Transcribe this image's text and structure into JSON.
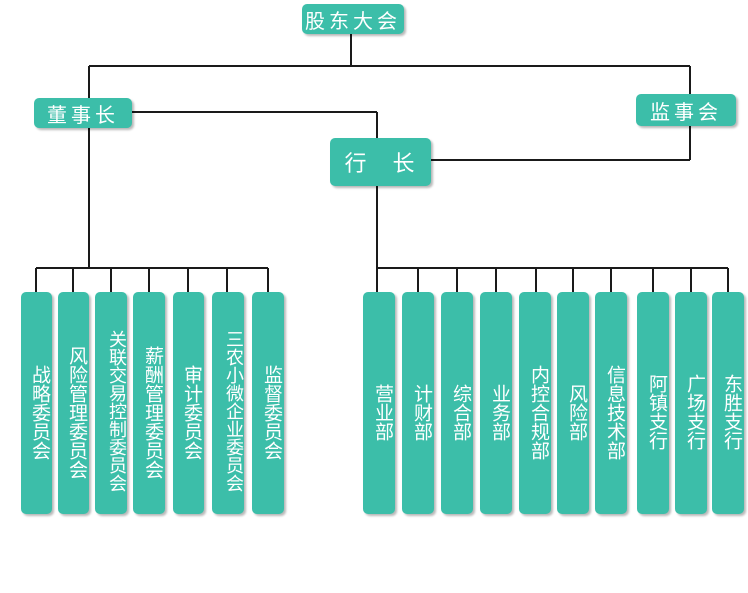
{
  "top": {
    "shareholders": "股东大会",
    "chairman": "董事长",
    "supervisors": "监事会",
    "president": "行　长"
  },
  "committees": [
    "战略委员会",
    "风险管理委员会",
    "关联交易控制委员会",
    "薪酬管理委员会",
    "审计委员会",
    "三农小微企业委员会",
    "监督委员会"
  ],
  "departments": [
    "营业部",
    "计财部",
    "综合部",
    "业务部",
    "内控合规部",
    "风险部",
    "信息技术部",
    "阿镇支行",
    "广场支行",
    "东胜支行"
  ],
  "colors": {
    "node": "#3cbea9",
    "line": "#1a1a1a",
    "text": "#ffffff"
  }
}
